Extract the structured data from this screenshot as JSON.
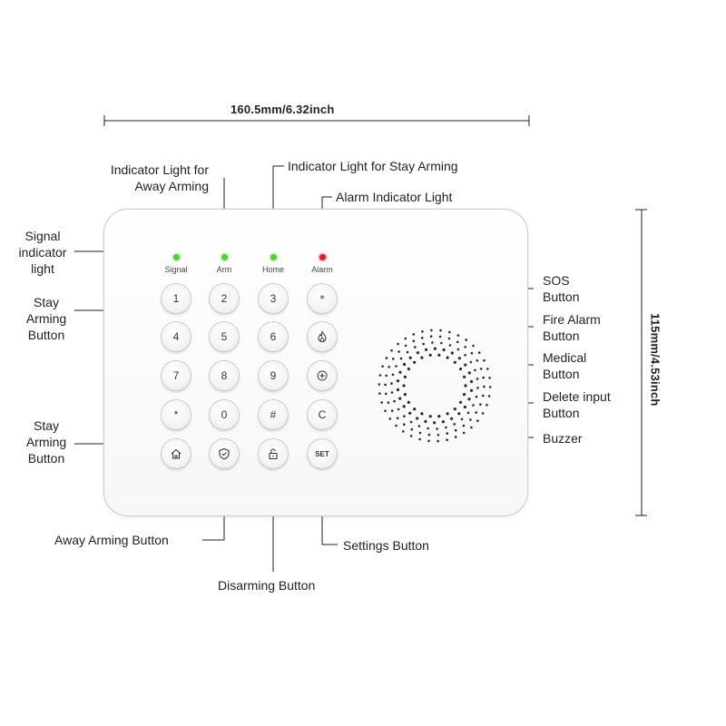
{
  "dimensions": {
    "width_label": "160.5mm/6.32inch",
    "height_label": "115mm/4.53inch"
  },
  "indicators": [
    {
      "label": "Signal",
      "color": "#55d02a"
    },
    {
      "label": "Arm",
      "color": "#55d02a"
    },
    {
      "label": "Home",
      "color": "#55d02a"
    },
    {
      "label": "Alarm",
      "color": "#e02020"
    }
  ],
  "keypad": {
    "row1": [
      "1",
      "2",
      "3"
    ],
    "row2": [
      "4",
      "5",
      "6"
    ],
    "row3": [
      "7",
      "8",
      "9"
    ],
    "row4": [
      "*",
      "0",
      "#",
      "C"
    ],
    "set_label": "SET"
  },
  "callouts": {
    "signal_light": "Signal\nindicator\nlight",
    "away_light": "Indicator Light for\nAway Arming",
    "stay_light": "Indicator Light for Stay Arming",
    "alarm_light": "Alarm Indicator Light",
    "stay_button_top": "Stay\nArming\nButton",
    "stay_button_bottom": "Stay\nArming\nButton",
    "sos": "SOS\nButton",
    "fire": "Fire Alarm\nButton",
    "medical": "Medical\nButton",
    "delete": "Delete input\nButton",
    "buzzer": "Buzzer",
    "away_button": "Away Arming Button",
    "disarming": "Disarming Button",
    "settings": "Settings Button"
  },
  "icons": [
    "star-icon",
    "flame-icon",
    "medical-cross-icon",
    "home-icon",
    "shield-icon",
    "unlock-icon"
  ]
}
